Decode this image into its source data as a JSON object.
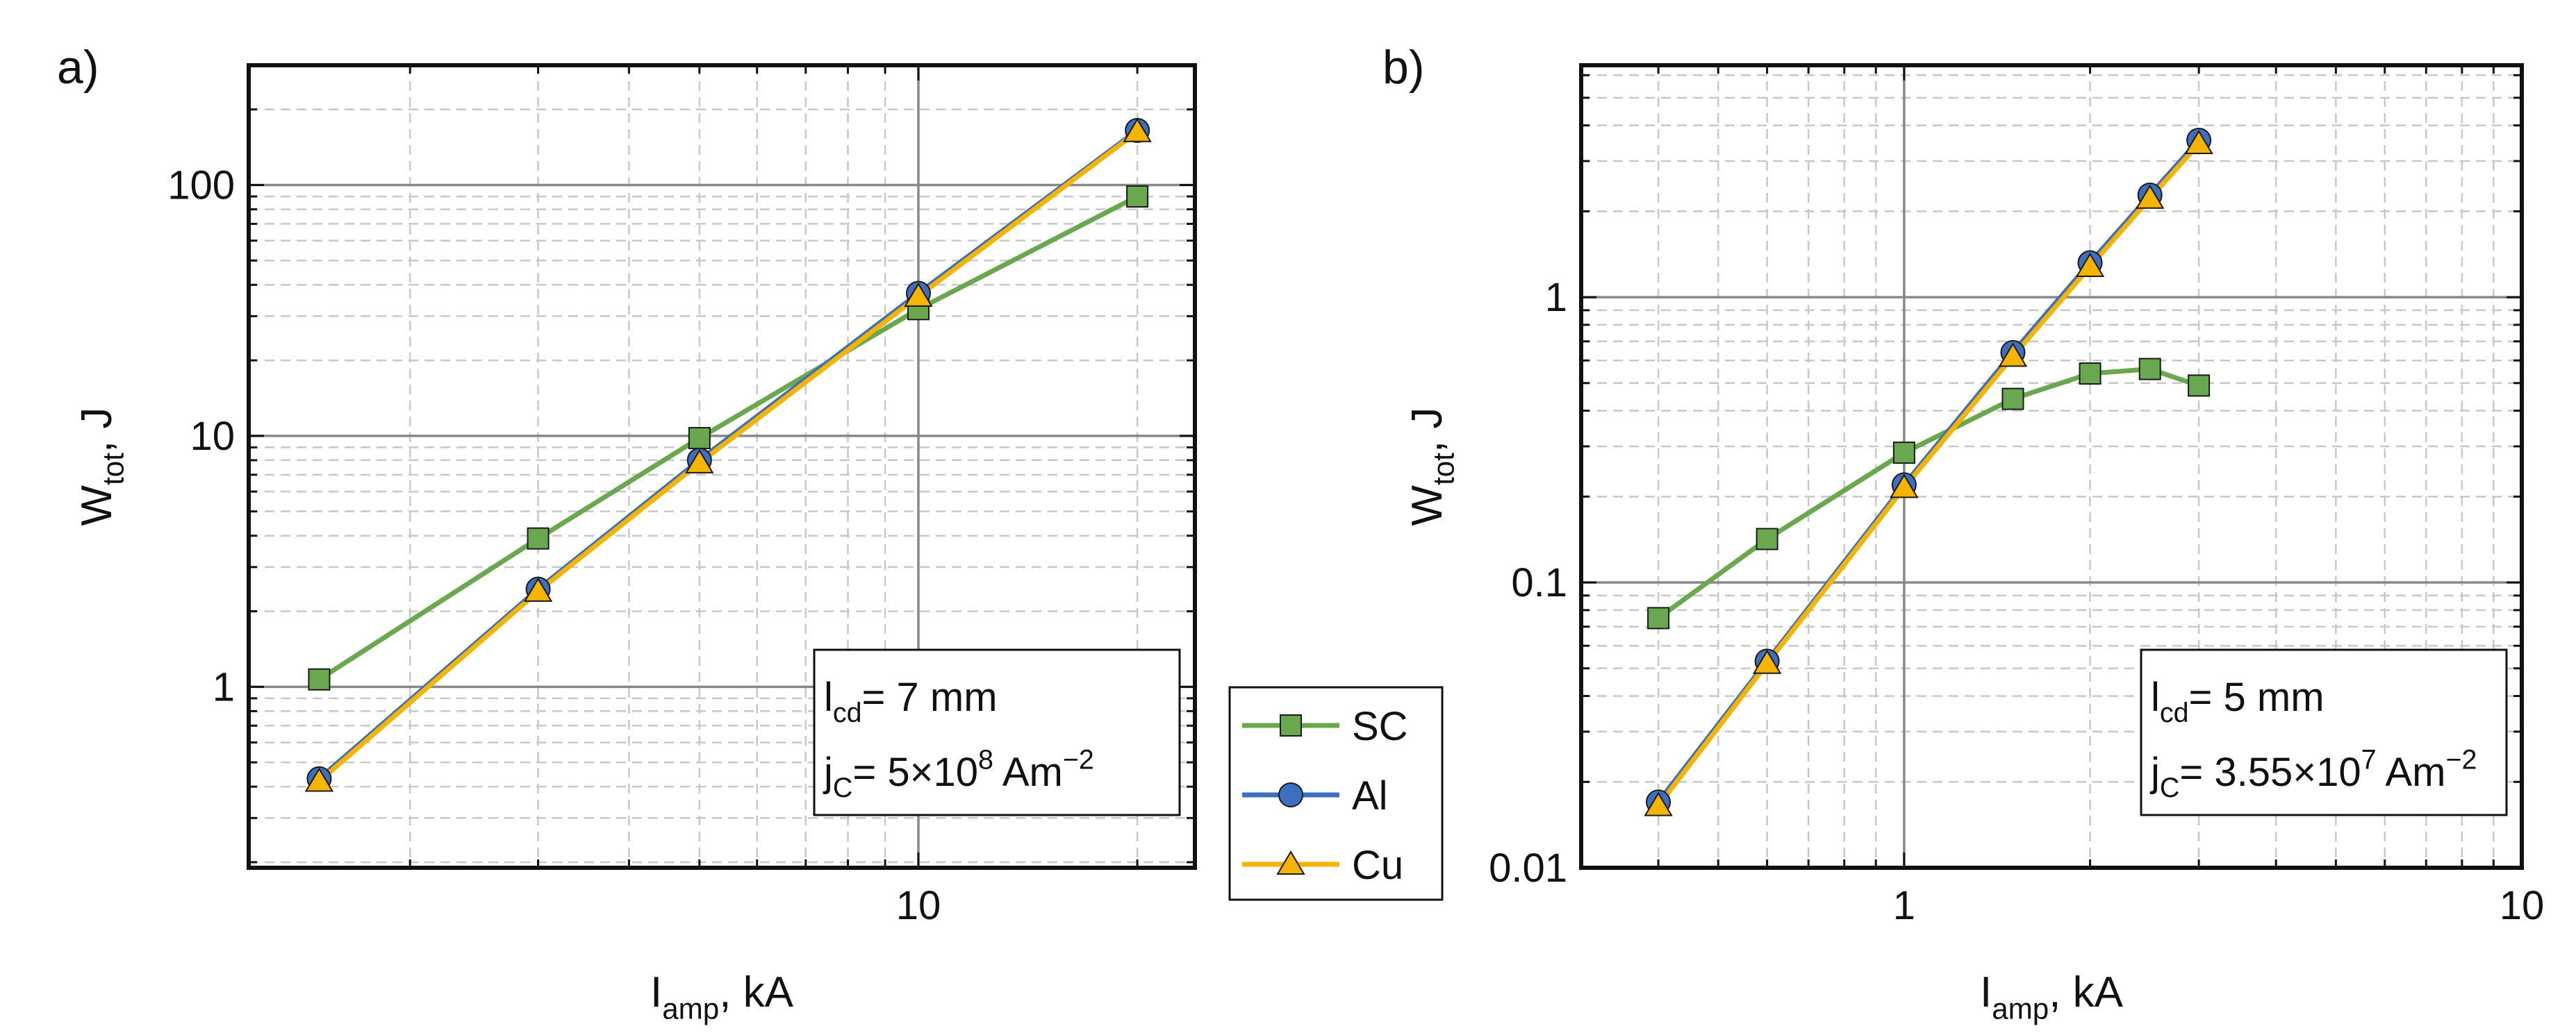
{
  "colors": {
    "SC": "#6aa84f",
    "Al": "#3e6fbf",
    "Cu": "#f4b400",
    "grid_major": "#888888",
    "grid_minor": "#c8c8c8"
  },
  "legend": {
    "placement": "between panels, bottom",
    "items": [
      {
        "name": "SC",
        "marker": "square"
      },
      {
        "name": "Al",
        "marker": "circle"
      },
      {
        "name": "Cu",
        "marker": "triangle"
      }
    ]
  },
  "chart_data": [
    {
      "type": "line",
      "panel_label": "a)",
      "xlabel": {
        "main": "I",
        "sub": "amp",
        "rest": ", kA"
      },
      "ylabel": {
        "main": "W",
        "sub": "tot",
        "rest": ", J"
      },
      "xscale": "log",
      "yscale": "log",
      "xlim": [
        1.2,
        24
      ],
      "ylim": [
        0.19,
        300
      ],
      "x_ticks": [
        10
      ],
      "x_tick_labels": [
        "10"
      ],
      "y_ticks": [
        1,
        10,
        100
      ],
      "y_tick_labels": [
        "1",
        "10",
        "100"
      ],
      "grid": true,
      "annotation": {
        "line1": {
          "main": "l",
          "sub": "cd",
          "rest": "= 7 mm"
        },
        "line2": {
          "main": "j",
          "sub": "C",
          "rest": "= 5×10",
          "sup": "8",
          "unit": " Am",
          "unit_sup": "−2"
        },
        "placement": "bottom-right"
      },
      "series": [
        {
          "name": "SC",
          "x": [
            1.5,
            3,
            5,
            10,
            20
          ],
          "y": [
            1.07,
            3.9,
            9.8,
            32,
            90
          ]
        },
        {
          "name": "Al",
          "x": [
            1.5,
            3,
            5,
            10,
            20
          ],
          "y": [
            0.43,
            2.45,
            8.0,
            37,
            165
          ]
        },
        {
          "name": "Cu",
          "x": [
            1.5,
            3,
            5,
            10,
            20
          ],
          "y": [
            0.42,
            2.4,
            7.8,
            36,
            163
          ]
        }
      ]
    },
    {
      "type": "line",
      "panel_label": "b)",
      "xlabel": {
        "main": "I",
        "sub": "amp",
        "rest": ", kA"
      },
      "ylabel": {
        "main": "W",
        "sub": "tot",
        "rest": ", J"
      },
      "xscale": "log",
      "yscale": "log",
      "xlim": [
        0.3,
        10
      ],
      "ylim": [
        0.01,
        6.5
      ],
      "x_ticks": [
        1,
        10
      ],
      "x_tick_labels": [
        "1",
        "10"
      ],
      "y_ticks": [
        0.01,
        0.1,
        1
      ],
      "y_tick_labels": [
        "0.01",
        "0.1",
        "1"
      ],
      "grid": true,
      "annotation": {
        "line1": {
          "main": "l",
          "sub": "cd",
          "rest": "= 5 mm"
        },
        "line2": {
          "main": "j",
          "sub": "C",
          "rest": "= 3.55×10",
          "sup": "7",
          "unit": " Am",
          "unit_sup": "−2"
        },
        "placement": "bottom-right"
      },
      "series": [
        {
          "name": "SC",
          "x": [
            0.4,
            0.6,
            1.0,
            1.5,
            2.0,
            2.5,
            3.0
          ],
          "y": [
            0.075,
            0.142,
            0.285,
            0.44,
            0.54,
            0.56,
            0.49
          ]
        },
        {
          "name": "Al",
          "x": [
            0.4,
            0.6,
            1.0,
            1.5,
            2.0,
            2.5,
            3.0
          ],
          "y": [
            0.017,
            0.053,
            0.22,
            0.64,
            1.32,
            2.28,
            3.55
          ]
        },
        {
          "name": "Cu",
          "x": [
            0.4,
            0.6,
            1.0,
            1.5,
            2.0,
            2.5,
            3.0
          ],
          "y": [
            0.0165,
            0.052,
            0.215,
            0.62,
            1.28,
            2.22,
            3.45
          ]
        }
      ]
    }
  ]
}
